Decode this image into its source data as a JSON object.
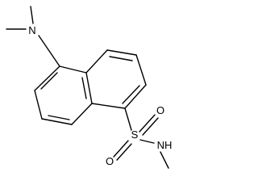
{
  "molecule": {
    "atoms": {
      "n_amine": "N",
      "sulfur": "S",
      "oxygen_top": "O",
      "oxygen_bottom": "O",
      "n_amide": "NH"
    }
  },
  "colors": {
    "bond": "#000000",
    "label": "#000000",
    "background": "#ffffff"
  }
}
